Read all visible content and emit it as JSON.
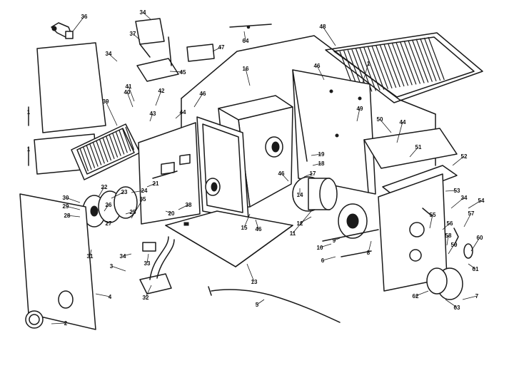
{
  "diagram": {
    "labels": [
      "36",
      "34",
      "37",
      "47",
      "64",
      "48",
      "34",
      "45",
      "1",
      "40",
      "41",
      "42",
      "43",
      "44",
      "46",
      "1",
      "39",
      "16",
      "46",
      "46",
      "49",
      "46",
      "1",
      "50",
      "44",
      "51",
      "52",
      "34",
      "15",
      "19",
      "18",
      "17",
      "14",
      "11",
      "12",
      "13",
      "21",
      "22",
      "23",
      "24",
      "26",
      "25",
      "27",
      "20",
      "38",
      "30",
      "29",
      "28",
      "35",
      "53",
      "54",
      "55",
      "56",
      "57",
      "58",
      "59",
      "60",
      "61",
      "62",
      "63",
      "7",
      "31",
      "33",
      "34",
      "3",
      "32",
      "5",
      "4",
      "2",
      "8",
      "9",
      "10",
      "6"
    ]
  }
}
